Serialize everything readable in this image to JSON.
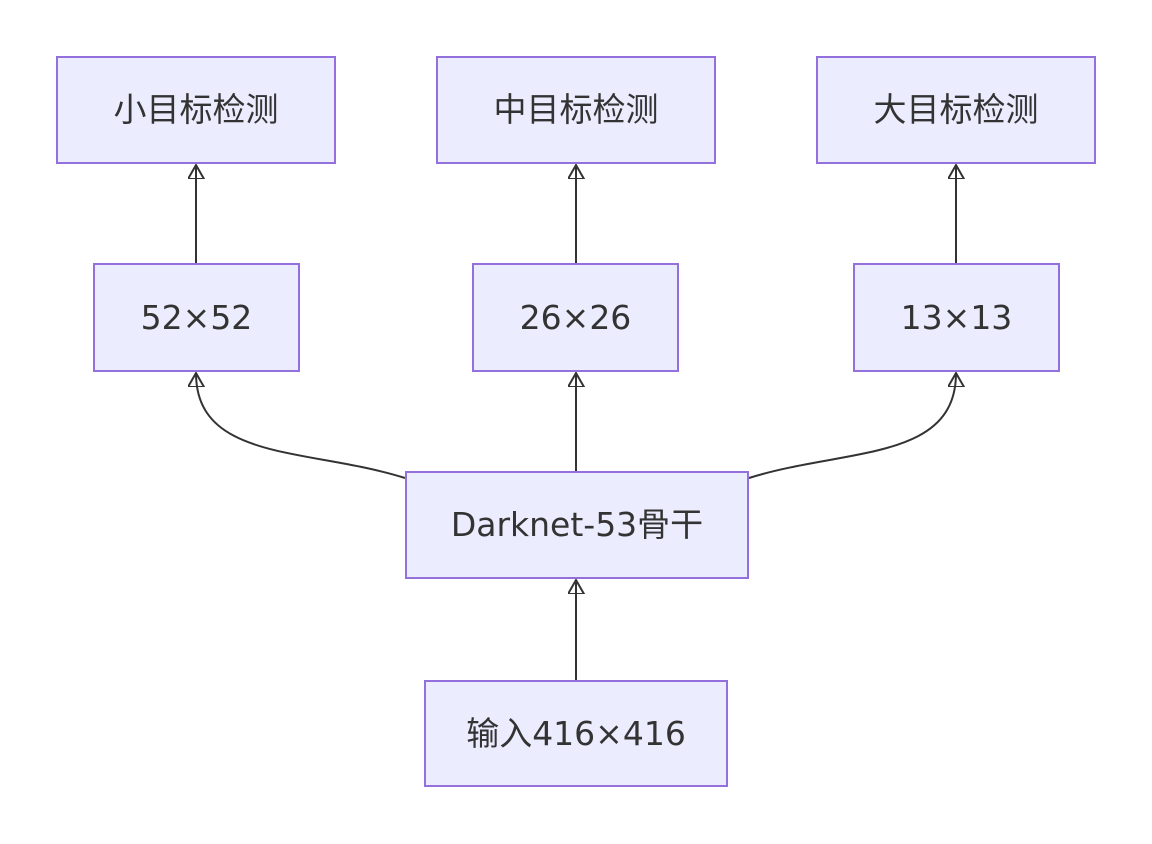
{
  "diagram": {
    "type": "flowchart",
    "direction": "bottom-to-top",
    "nodes": {
      "input": {
        "label": "输入416×416"
      },
      "backbone": {
        "label": "Darknet-53骨干"
      },
      "scale_52": {
        "label": "52×52"
      },
      "scale_26": {
        "label": "26×26"
      },
      "scale_13": {
        "label": "13×13"
      },
      "detect_small": {
        "label": "小目标检测"
      },
      "detect_medium": {
        "label": "中目标检测"
      },
      "detect_large": {
        "label": "大目标检测"
      }
    },
    "edges": [
      {
        "from": "input",
        "to": "backbone"
      },
      {
        "from": "backbone",
        "to": "scale_52"
      },
      {
        "from": "backbone",
        "to": "scale_26"
      },
      {
        "from": "backbone",
        "to": "scale_13"
      },
      {
        "from": "scale_52",
        "to": "detect_small"
      },
      {
        "from": "scale_26",
        "to": "detect_medium"
      },
      {
        "from": "scale_13",
        "to": "detect_large"
      }
    ],
    "colors": {
      "node_fill": "#ECECFF",
      "node_border": "#9370DB",
      "text": "#333333",
      "edge": "#333333",
      "background": "#FFFFFF"
    }
  }
}
